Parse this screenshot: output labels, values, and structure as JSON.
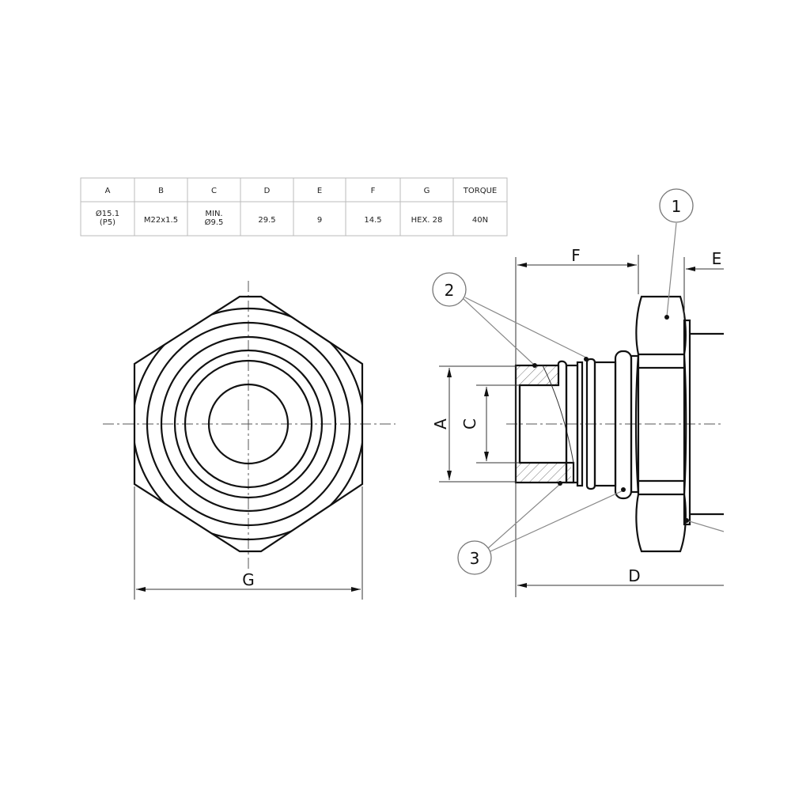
{
  "table": {
    "headers": [
      "A",
      "B",
      "C",
      "D",
      "E",
      "F",
      "G",
      "TORQUE"
    ],
    "values": [
      [
        "Ø15.1",
        "(P5)"
      ],
      [
        "M22x1.5"
      ],
      [
        "MIN.",
        "Ø9.5"
      ],
      [
        "29.5"
      ],
      [
        "9"
      ],
      [
        "14.5"
      ],
      [
        "HEX. 28"
      ],
      [
        "40N"
      ]
    ]
  },
  "labels": {
    "A": "A",
    "C": "C",
    "D": "D",
    "E": "E",
    "F": "F",
    "G": "G"
  },
  "balloons": [
    "1",
    "2",
    "3"
  ]
}
